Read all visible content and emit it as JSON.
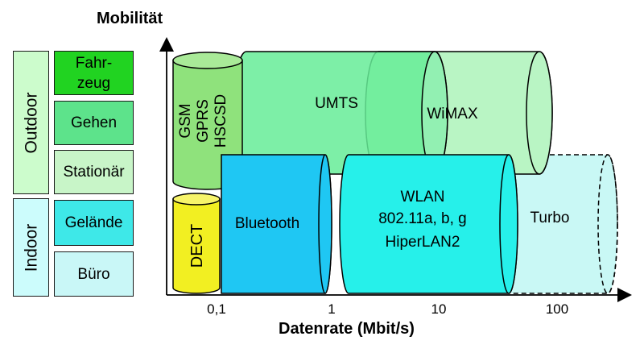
{
  "title": "Mobilität",
  "xlabel": "Datenrate (Mbit/s)",
  "x_ticks": [
    "0,1",
    "1",
    "10",
    "100"
  ],
  "groups": [
    {
      "label": "Outdoor",
      "color": "#ccfccc"
    },
    {
      "label": "Indoor",
      "color": "#ccfcfc"
    }
  ],
  "levels": [
    {
      "label": "Fahr-\nzeug",
      "color": "#21d321"
    },
    {
      "label": "Gehen",
      "color": "#5de38b"
    },
    {
      "label": "Stationär",
      "color": "#c8f5c8"
    },
    {
      "label": "Gelände",
      "color": "#3ee8e8"
    },
    {
      "label": "Büro",
      "color": "#c9f7f7"
    }
  ],
  "technologies": [
    {
      "label": "GSM\nGPRS\nHSCSD",
      "color": "#8fe27c"
    },
    {
      "label": "UMTS",
      "color": "#66ec98"
    },
    {
      "label": "WiMAX",
      "color": "#b9f5c4"
    },
    {
      "label": "DECT",
      "color": "#f2ef22"
    },
    {
      "label": "Bluetooth",
      "color": "#1fc7f3"
    },
    {
      "label": "WLAN\n802.11a, b, g\nHiperLAN2",
      "color": "#26f0ea"
    },
    {
      "label": "Turbo",
      "color": "#c9f8f5"
    }
  ]
}
